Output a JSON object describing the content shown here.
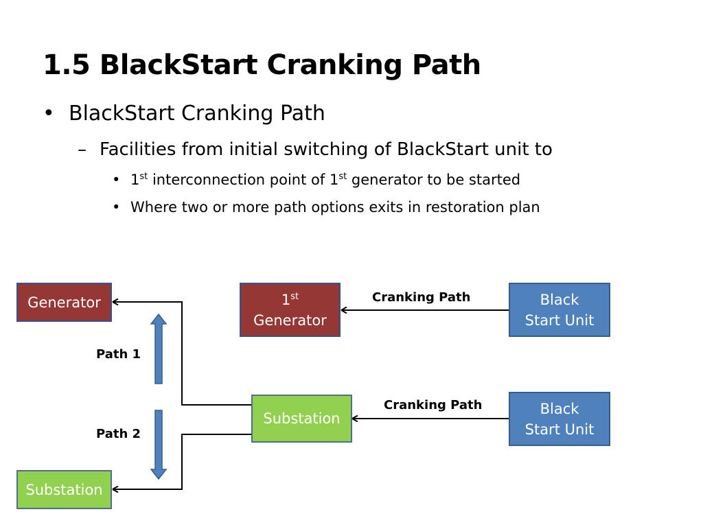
{
  "slide": {
    "title": "1.5 BlackStart Cranking Path",
    "bullet_level1": "BlackStart Cranking Path",
    "bullet_level2": "Facilities from initial switching of BlackStart unit to",
    "bullet_level3": [
      {
        "pre": "1",
        "sup1": "st",
        "mid": " interconnection point of 1",
        "sup2": "st",
        "post": " generator to be started"
      },
      {
        "text": "Where two or more path options exits in restoration plan"
      }
    ]
  },
  "diagram": {
    "boxes": {
      "generator": "Generator",
      "first_generator_num": "1",
      "first_generator_sup": "st",
      "first_generator_word": "Generator",
      "black_start_unit_top": "Black Start Unit",
      "substation_mid": "Substation",
      "black_start_unit_bottom": "Black Start Unit",
      "substation_bottom": "Substation"
    },
    "labels": {
      "cranking_path_top": "Cranking Path",
      "cranking_path_bottom": "Cranking Path",
      "path1": "Path 1",
      "path2": "Path 2"
    },
    "colors": {
      "generator_fill": "#953735",
      "black_start_fill": "#4f81bd",
      "substation_fill": "#92d050",
      "path_arrow_fill": "#4f81bd"
    }
  }
}
